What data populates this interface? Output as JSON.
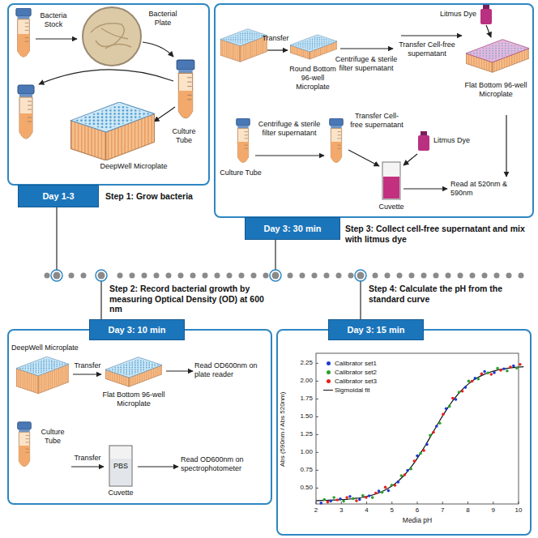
{
  "diagram": {
    "nodes": [
      {
        "text": [
          "Day 1-3"
        ]
      },
      {
        "text": [
          "Day 3: 30 min"
        ]
      },
      {
        "text": [
          "Day 3: 10 min"
        ]
      },
      {
        "text": [
          "Day 3: 15 min"
        ]
      }
    ],
    "labels": [
      "Bacteria Stock",
      "Bacterial Plate",
      "Culture Tube",
      "DeepWell Microplate",
      "Transfer",
      "Round Bottom 96-well Microplate",
      "Litmus Dye",
      "Centrifuge & sterile filter supernatant",
      "Transfer Cell-free supernatant",
      "Flat Bottom 96-well Microplate",
      "Culture Tube",
      "Centrifuge & sterile filter supernatant",
      "Transfer Cell-free supernatant",
      "Litmus Dye",
      "Cuvette",
      "Read at 520nm & 590nm",
      "Step 1: Grow bacteria",
      "Step 3: Collect cell-free supernatant and mix with litmus dye",
      "Step 2: Record bacterial growth by measuring Optical Density (OD) at 600 nm",
      "Step 4: Calculate the pH from the standard curve",
      "DeepWell Microplate",
      "Transfer",
      "Flat Bottom 96-well Microplate",
      "Read OD600nm on plate reader",
      "Culture Tube",
      "Transfer",
      "PBS",
      "Cuvette",
      "Read OD600nm on spectrophotometer",
      "0.50",
      "0.75",
      "1.00",
      "1.25",
      "1.50",
      "1.75",
      "2.00",
      "2.25",
      "2",
      "3",
      "4",
      "5",
      "6",
      "7",
      "8",
      "9",
      "10",
      "Media pH",
      "Abs (590nm / Abs 520nm)"
    ],
    "legend": [
      {
        "text": "Calibrator set1",
        "color": "#1f3bd1"
      },
      {
        "text": "Calibrator set2",
        "color": "#2ca02c"
      },
      {
        "text": "Calibrator set3",
        "color": "#e8221b"
      },
      {
        "text": "Sigmoidal fit"
      }
    ]
  }
}
